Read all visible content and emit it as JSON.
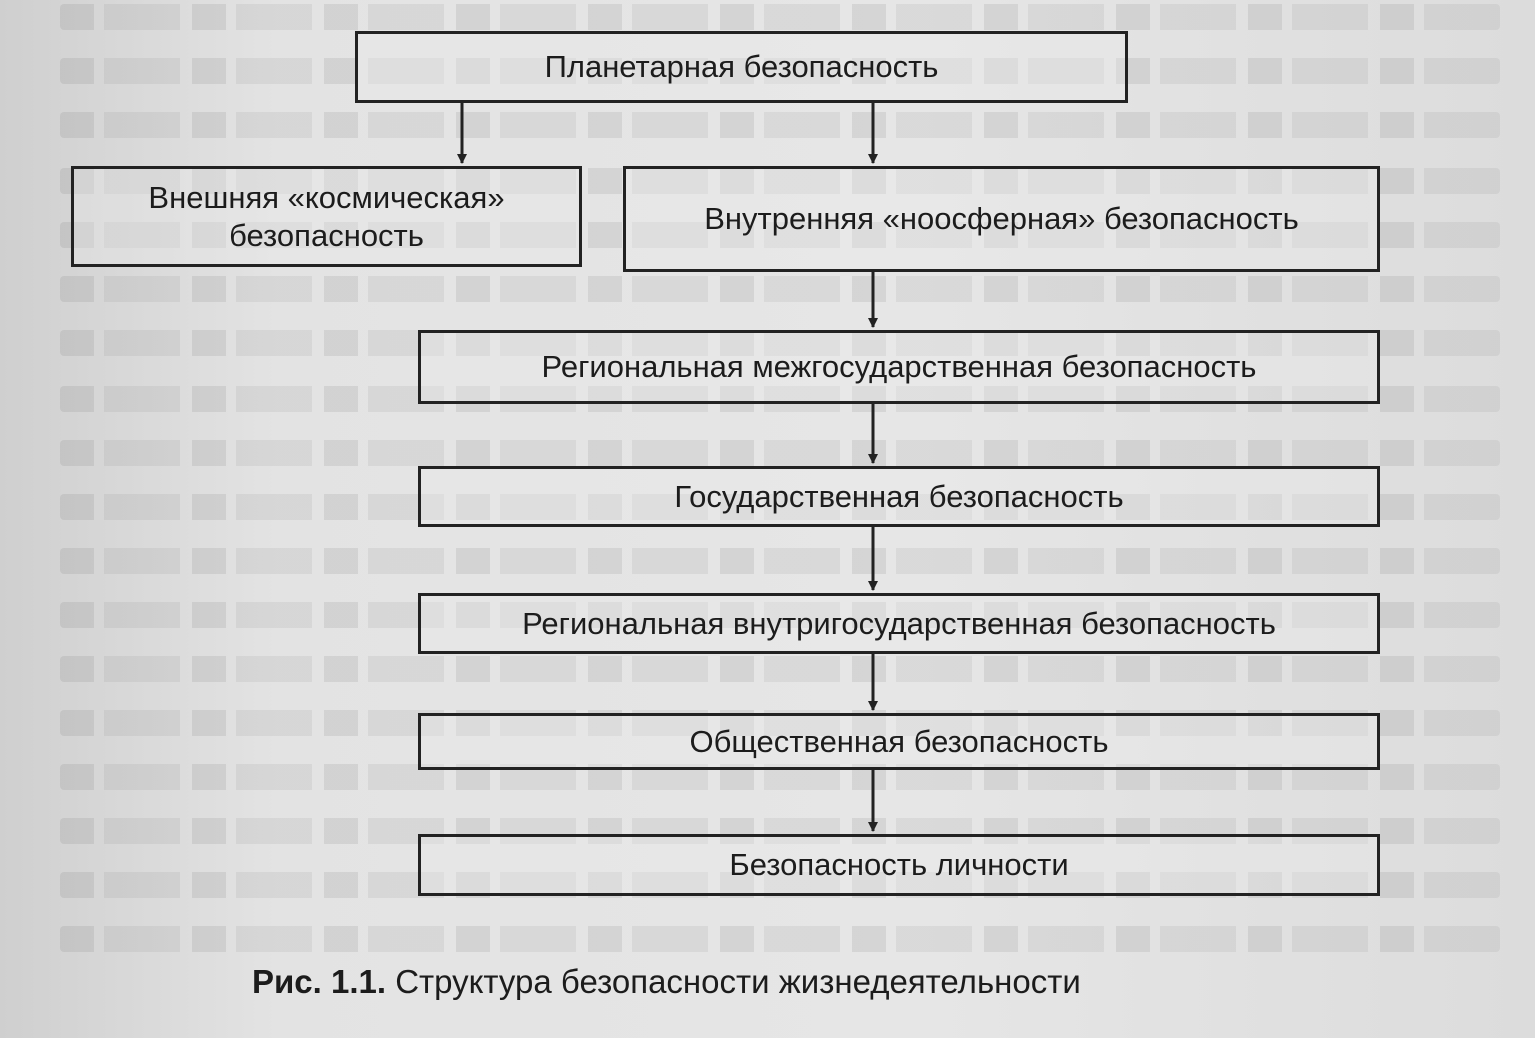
{
  "diagram": {
    "nodes": {
      "planetary": "Планетарная безопасность",
      "external_line1": "Внешняя «космическая»",
      "external_line2": "безопасность",
      "internal": "Внутренняя «ноосферная» безопасность",
      "regional_inter": "Региональная межгосударственная безопасность",
      "state": "Государственная безопасность",
      "regional_intra": "Региональная внутригосударственная безопасность",
      "public": "Общественная безопасность",
      "personal": "Безопасность личности"
    },
    "edges": [
      [
        "planetary",
        "external"
      ],
      [
        "planetary",
        "internal"
      ],
      [
        "internal",
        "regional_inter"
      ],
      [
        "regional_inter",
        "state"
      ],
      [
        "state",
        "regional_intra"
      ],
      [
        "regional_intra",
        "public"
      ],
      [
        "public",
        "personal"
      ]
    ]
  },
  "caption": {
    "label": "Рис. 1.1.",
    "text": " Структура безопасности жизнедеятельности"
  },
  "colors": {
    "stroke": "#222222",
    "paper": "#e3e3e3"
  }
}
